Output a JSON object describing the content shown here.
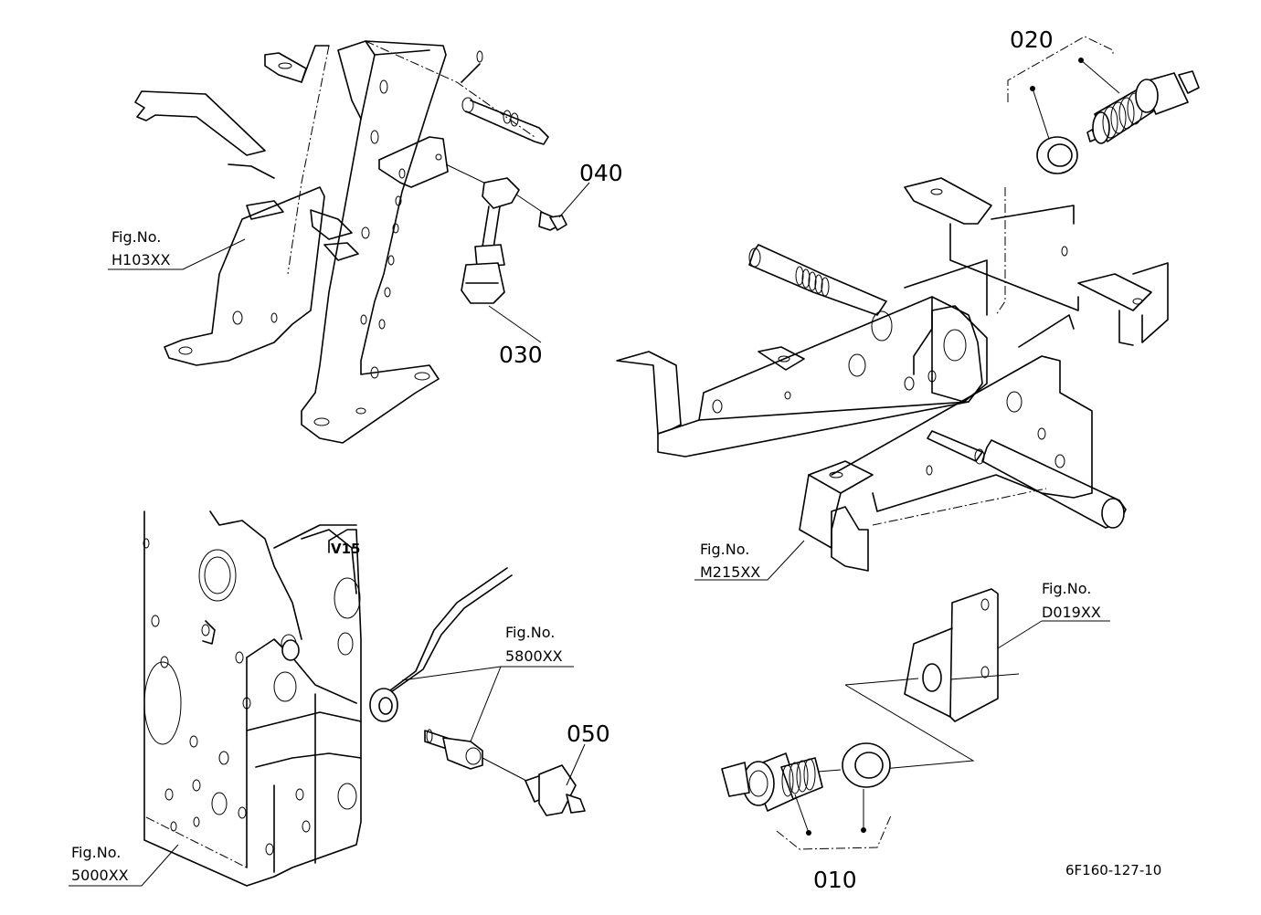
{
  "parts": [
    {
      "id": "010",
      "label": "010"
    },
    {
      "id": "020",
      "label": "020"
    },
    {
      "id": "030",
      "label": "030"
    },
    {
      "id": "040",
      "label": "040"
    },
    {
      "id": "050",
      "label": "050"
    }
  ],
  "figure_refs": [
    {
      "id": "h103",
      "prefix": "Fig.No.",
      "number": "H103XX"
    },
    {
      "id": "m215",
      "prefix": "Fig.No.",
      "number": "M215XX"
    },
    {
      "id": "d019",
      "prefix": "Fig.No.",
      "number": "D019XX"
    },
    {
      "id": "5800",
      "prefix": "Fig.No.",
      "number": "5800XX"
    },
    {
      "id": "5000",
      "prefix": "Fig.No.",
      "number": "5000XX"
    }
  ],
  "drawing_code": "6F160-127-10",
  "engine_marking": "V15"
}
